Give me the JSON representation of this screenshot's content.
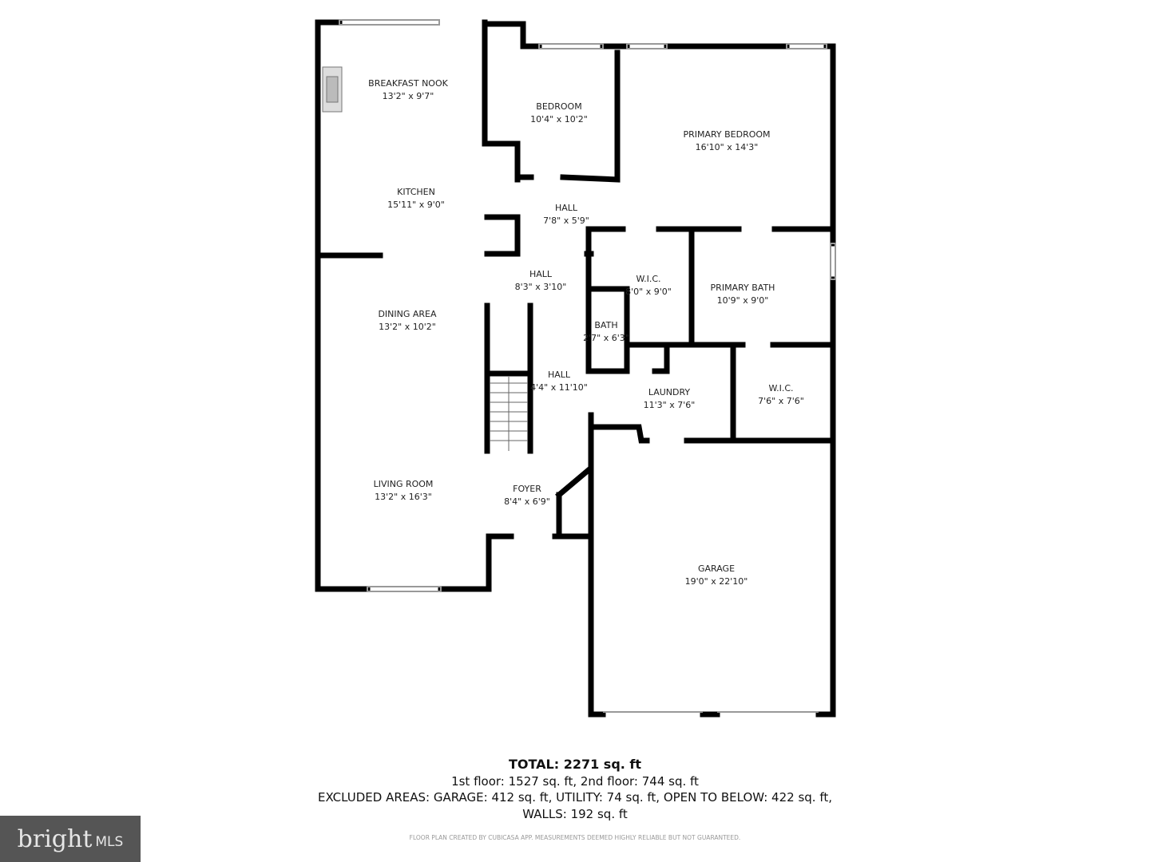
{
  "rooms": [
    {
      "name": "BREAKFAST NOOK",
      "size": "13'2\" x 9'7\""
    },
    {
      "name": "BEDROOM",
      "size": "10'4\" x 10'2\""
    },
    {
      "name": "PRIMARY BEDROOM",
      "size": "16'10\" x 14'3\""
    },
    {
      "name": "KITCHEN",
      "size": "15'11\" x 9'0\""
    },
    {
      "name": "HALL",
      "size": "7'8\" x 5'9\""
    },
    {
      "name": "HALL",
      "size": "8'3\" x 3'10\""
    },
    {
      "name": "W.I.C.",
      "size": "8'0\" x 9'0\""
    },
    {
      "name": "PRIMARY BATH",
      "size": "10'9\" x 9'0\""
    },
    {
      "name": "DINING AREA",
      "size": "13'2\" x 10'2\""
    },
    {
      "name": "BATH",
      "size": "2'7\" x 6'3\""
    },
    {
      "name": "HALL",
      "size": "4'4\" x 11'10\""
    },
    {
      "name": "LAUNDRY",
      "size": "11'3\" x 7'6\""
    },
    {
      "name": "W.I.C.",
      "size": "7'6\" x 7'6\""
    },
    {
      "name": "LIVING ROOM",
      "size": "13'2\" x 16'3\""
    },
    {
      "name": "FOYER",
      "size": "8'4\" x 6'9\""
    },
    {
      "name": "GARAGE",
      "size": "19'0\" x 22'10\""
    }
  ],
  "summary": {
    "total": "TOTAL: 2271 sq. ft",
    "floors": "1st floor: 1527 sq. ft, 2nd floor: 744 sq. ft",
    "excluded": "EXCLUDED AREAS: GARAGE: 412 sq. ft, UTILITY: 74 sq. ft, OPEN TO BELOW: 422 sq. ft,",
    "walls": "WALLS: 192 sq. ft",
    "disclaimer": "FLOOR PLAN CREATED BY CUBICASA APP. MEASUREMENTS DEEMED HIGHLY RELIABLE BUT NOT GUARANTEED."
  },
  "logo": {
    "brand": "bright",
    "suffix": "MLS",
    "accent": "#e8432c"
  },
  "colors": {
    "wall": "#000000",
    "window": "#bbbbbb"
  }
}
